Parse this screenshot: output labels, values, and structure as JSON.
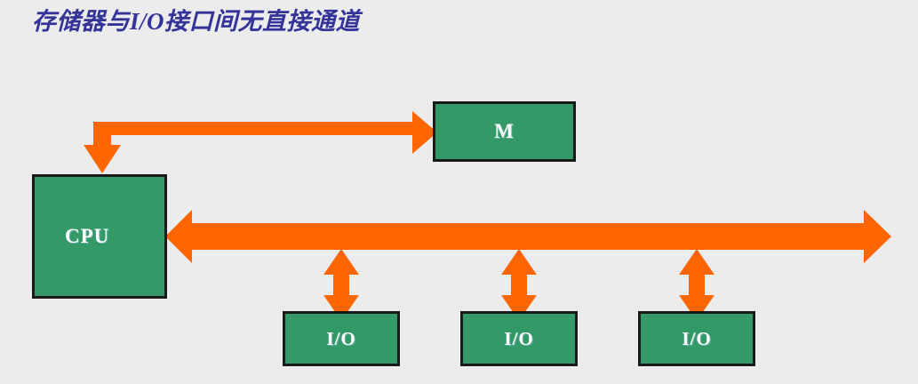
{
  "title": "存储器与I/O接口间无直接通道",
  "colors": {
    "background": "#ececec",
    "title_text": "#333399",
    "box_fill": "#339966",
    "box_border": "#1a1a1a",
    "box_label": "#ffffff",
    "arrow": "#ff6600"
  },
  "nodes": {
    "cpu": {
      "label": "CPU"
    },
    "memory": {
      "label": "M"
    },
    "io": [
      {
        "label": "I/O"
      },
      {
        "label": "I/O"
      },
      {
        "label": "I/O"
      }
    ]
  },
  "connections": {
    "cpu_to_memory": {
      "name": "elbow-arrow-cpu-to-memory",
      "direction": "one-way"
    },
    "system_bus": {
      "name": "horizontal-bus-arrow",
      "direction": "two-way"
    },
    "bus_to_io": [
      {
        "name": "vertical-arrow-io-1",
        "direction": "two-way"
      },
      {
        "name": "vertical-arrow-io-2",
        "direction": "two-way"
      },
      {
        "name": "vertical-arrow-io-3",
        "direction": "two-way"
      }
    ]
  }
}
